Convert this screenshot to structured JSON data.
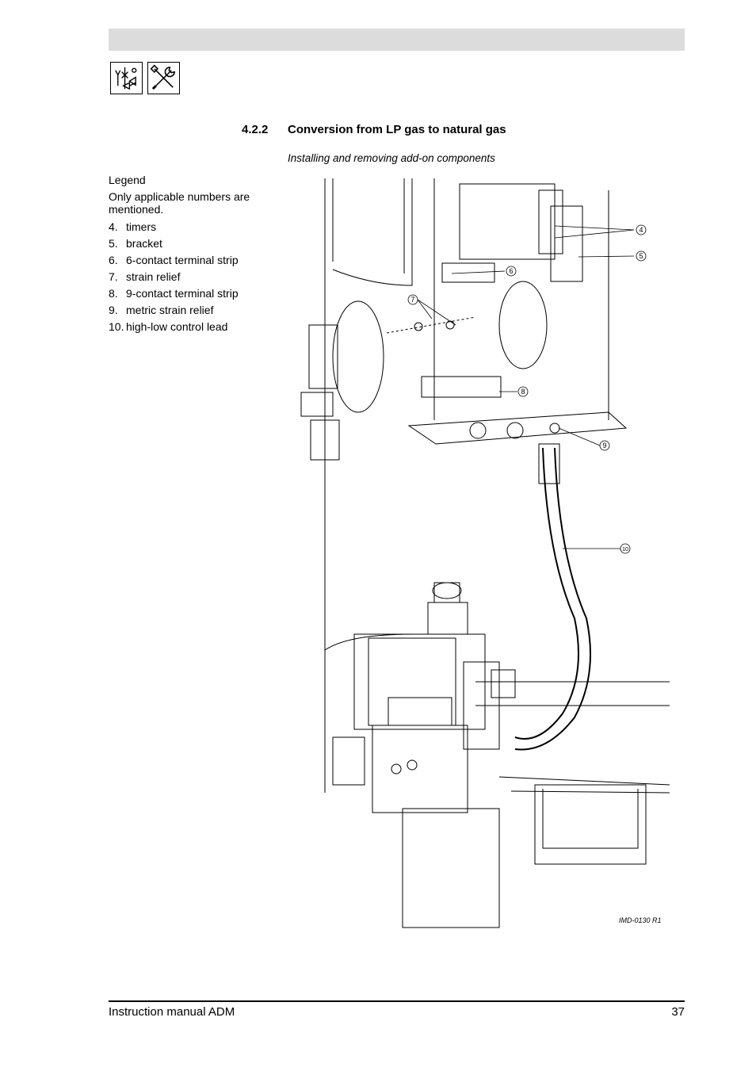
{
  "header": {
    "icons": [
      "gas-valve-icon",
      "tools-icon"
    ]
  },
  "section": {
    "number": "4.2.2",
    "title": "Conversion from LP gas to natural gas",
    "subtitle": "Installing and removing add-on components"
  },
  "legend": {
    "heading": "Legend",
    "note": "Only applicable numbers are mentioned.",
    "items": [
      {
        "num": "4.",
        "text": "timers"
      },
      {
        "num": "5.",
        "text": "bracket"
      },
      {
        "num": "6.",
        "text": "6-contact terminal strip"
      },
      {
        "num": "7.",
        "text": "strain relief"
      },
      {
        "num": "8.",
        "text": "9-contact terminal strip"
      },
      {
        "num": "9.",
        "text": "metric strain relief"
      },
      {
        "num": "10.",
        "text": "high-low control lead"
      }
    ]
  },
  "figure": {
    "callouts": [
      "4",
      "5",
      "6",
      "7",
      "8",
      "9",
      "10"
    ],
    "id": "IMD-0130 R1"
  },
  "footer": {
    "manual": "Instruction manual ADM",
    "page": "37"
  }
}
